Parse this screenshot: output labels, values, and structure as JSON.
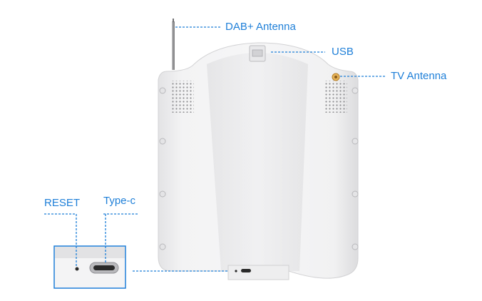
{
  "labels": {
    "dab_antenna": "DAB+ Antenna",
    "usb": "USB",
    "tv_antenna": "TV Antenna",
    "reset": "RESET",
    "type_c": "Type-c"
  },
  "colors": {
    "accent": "#1e7fd8",
    "device_body": "#f1f1f2",
    "device_shadow": "#d9d9db",
    "port_dark": "#2a2a2a",
    "tv_connector": "#c98a2a"
  }
}
